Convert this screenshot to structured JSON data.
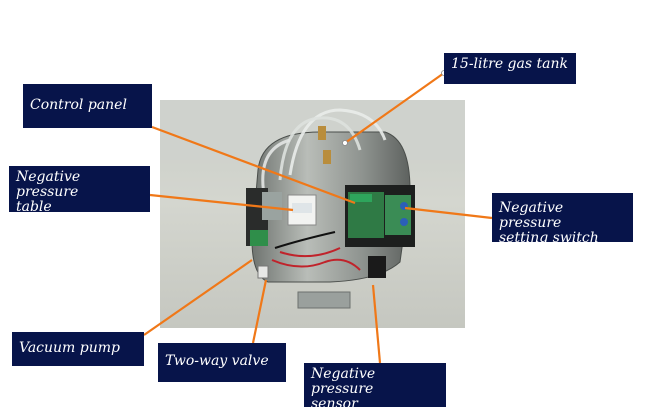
{
  "labels": {
    "gas_tank": "15-litre gas tank",
    "control_panel": "Control panel",
    "negative_pressure_table": "Negative pressure\ntable",
    "negative_pressure_setting_switch": "Negative pressure\nsetting switch",
    "vacuum_pump": "Vacuum pump",
    "two_way_valve": "Two-way valve",
    "negative_pressure_sensor": "Negative pressure\nsensor"
  },
  "colors": {
    "label_background": "#07144a",
    "label_text": "#ffffff",
    "leader_line": "#f07818"
  }
}
